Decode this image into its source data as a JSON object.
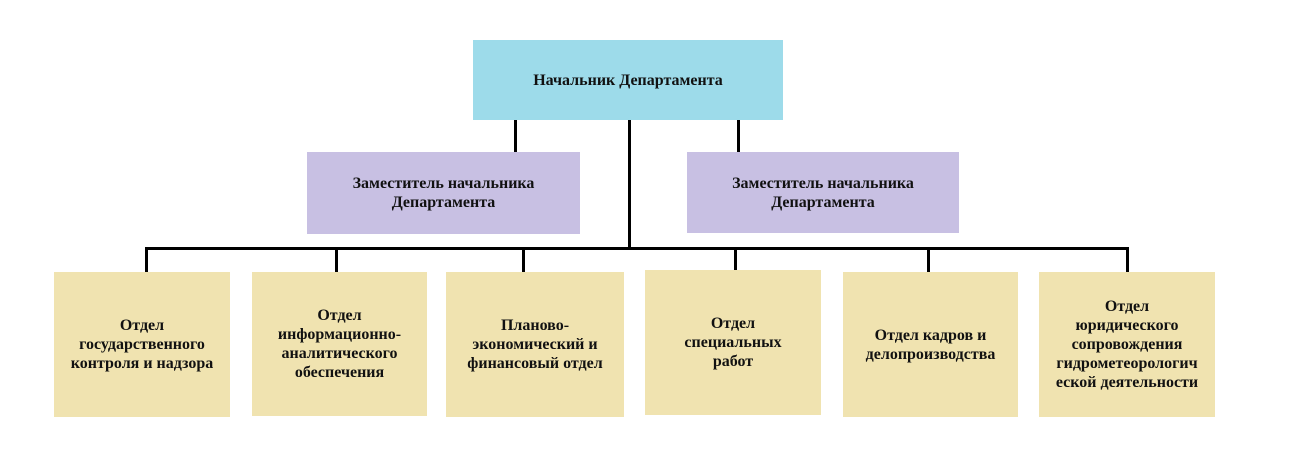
{
  "head": {
    "label": "Начальник Департамента"
  },
  "deputies": [
    {
      "label": "Заместитель начальника\nДепартамента"
    },
    {
      "label": "Заместитель начальника\nДепартамента"
    }
  ],
  "departments": [
    {
      "label": "Отдел\nгосударственного\nконтроля и надзора"
    },
    {
      "label": "Отдел\nинформационно-\nаналитического\nобеспечения"
    },
    {
      "label": "Планово-\nэкономический и\nфинансовый отдел"
    },
    {
      "label": "Отдел\nспециальных\nработ"
    },
    {
      "label": "Отдел кадров и\nделопроизводства"
    },
    {
      "label": "Отдел\nюридического\nсопровождения\nгидрометеорологич\nеской деятельности"
    }
  ],
  "colors": {
    "head": "#9ddbea",
    "deputy": "#c8c0e3",
    "department": "#f0e3b0",
    "connector": "#000000"
  }
}
